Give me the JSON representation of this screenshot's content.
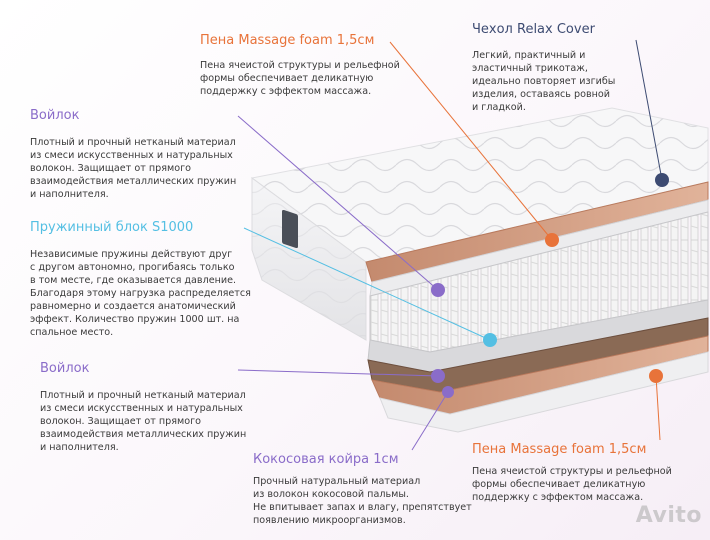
{
  "colors": {
    "orange": "#e8733a",
    "navy": "#3d4b72",
    "purple": "#8a6cc9",
    "cyan": "#54bfe3",
    "foam_orange": "#ec7a3f",
    "text": "#3a3a3a"
  },
  "callouts": {
    "massage_top": {
      "title": "Пена Massage foam 1,5см",
      "desc": "Пена ячеистой структуры и рельефной\nформы обеспечивает деликатную\nподдержку с эффектом массажа."
    },
    "relax_cover": {
      "title": "Чехол Relax Cover",
      "desc": "Легкий, практичный и\nэластичный трикотаж,\nидеально повторяет изгибы\nизделия, оставаясь ровной\nи гладкой."
    },
    "felt_top": {
      "title": "Войлок",
      "desc": "Плотный и прочный нетканый материал\nиз смеси искусственных и натуральных\nволокон. Защищает от прямого\nвзаимодействия металлических пружин\nи наполнителя."
    },
    "spring_block": {
      "title": "Пружинный блок S1000",
      "desc": "Независимые пружины действуют друг\nс другом автономно, прогибаясь только\nв том месте, где оказывается давление.\nБлагодаря этому нагрузка распределяется\nравномерно и создается анатомический\nэффект. Количество пружин 1000 шт. на\nспальное место."
    },
    "felt_bottom": {
      "title": "Войлок",
      "desc": "Плотный и прочный нетканый материал\nиз смеси искусственных и натуральных\nволокон. Защищает от прямого\nвзаимодействия металлических пружин\nи наполнителя."
    },
    "coconut": {
      "title": "Кокосовая койра 1см",
      "desc": "Прочный натуральный материал\nиз волокон кокосовой пальмы.\nНе впитывает запах и влагу, препятствует\nпоявлению микроорганизмов."
    },
    "massage_bottom": {
      "title": "Пена Massage foam 1,5см",
      "desc": "Пена ячеистой структуры и рельефной\nформы обеспечивает деликатную\nподдержку с эффектом массажа."
    }
  },
  "watermark": "Avito"
}
